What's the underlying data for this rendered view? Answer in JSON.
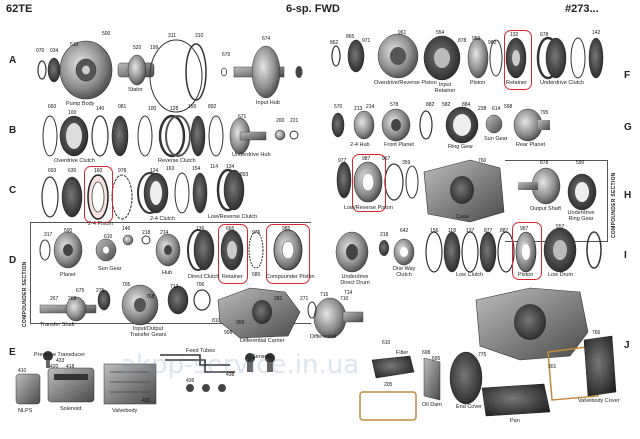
{
  "header": {
    "left": "62TE",
    "center": "6-sp. FWD",
    "right": "#273..."
  },
  "rows_left": [
    "A",
    "B",
    "C",
    "D",
    "E"
  ],
  "rows_right": [
    "F",
    "G",
    "H",
    "I",
    "J"
  ],
  "side_labels": {
    "compounder_left": "COMPOUNDER SECTION",
    "compounder_right": "COMPOUNDER SECTION"
  },
  "labels": {
    "pump_body": "Pump Body",
    "stator": "Stator",
    "input_hub": "Input Hub",
    "overdrive_clutch": "Overdrive Clutch",
    "reverse_clutch": "Reverse Clutch",
    "underdrive_hub": "Underdrive Hub",
    "piston_24": "2-4 Piston",
    "clutch_24": "2-4 Clutch",
    "low_reverse_clutch": "Low/Reverse Clutch",
    "planet": "Planet",
    "sun_gear_d": "Sun Gear",
    "hub": "Hub",
    "direct_clutch": "Direct Clutch",
    "retainer_d": "Retainer",
    "compounder_piston": "Compounder Piston",
    "transfer_shaft": "Transfer Shaft",
    "io_transfer_gears": "Input/Output Transfer Gears",
    "differential_carrier": "Differential Carrier",
    "differential": "Differential",
    "pressure_transducer": "Pressure Transducer",
    "feed_tubes": "Feed Tubes",
    "sensors": "Sensors",
    "nlps": "NLPS",
    "solenoid": "Solenoid",
    "valvebody": "Valvebody",
    "od_rev_piston": "Overdrive/Reverse Piston",
    "input_retainer": "Input Retainer",
    "piston_f": "Piston",
    "retainer_f": "Retainer",
    "underdrive_clutch": "Underdrive Clutch",
    "hub_24": "2-4 Hub",
    "front_planet": "Front Planet",
    "ring_gear": "Ring Gear",
    "sun_gear_g": "Sun Gear",
    "rear_planet": "Rear Planet",
    "low_reverse_piston": "Low/Reverse Piston",
    "case": "Case",
    "output_shaft": "Output Shaft",
    "underdrive_ring_gear": "Underdrive Ring Gear",
    "underdrive_direct_drum": "Underdrive Direct Drum",
    "one_way_clutch": "One Way Clutch",
    "low_clutch": "Low Clutch",
    "piston_i": "Piston",
    "low_drum": "Low Drum",
    "filter": "Filter",
    "oil_dam": "Oil Dam",
    "end_cover": "End Cover",
    "pan": "Pan",
    "valvebody_cover": "Valvebody Cover"
  },
  "part_numbers": [
    "500",
    "070",
    "034",
    "510",
    "520",
    "311",
    "310",
    "199",
    "670",
    "674",
    "660",
    "100",
    "140",
    "081",
    "100",
    "128",
    "150",
    "892",
    "671",
    "200",
    "221",
    "693",
    "630",
    "160",
    "978",
    "124",
    "163",
    "154",
    "114",
    "134",
    "893",
    "317",
    "590",
    "610",
    "146",
    "218",
    "214",
    "136",
    "665",
    "975",
    "985",
    "680",
    "267",
    "268",
    "675",
    "275",
    "705",
    "768",
    "713",
    "706",
    "810",
    "956",
    "959",
    "281",
    "271",
    "715",
    "710",
    "714",
    "410",
    "420",
    "418",
    "433",
    "436",
    "438",
    "431",
    "862",
    "865",
    "971",
    "961",
    "554",
    "878",
    "950",
    "980",
    "132",
    "678",
    "142",
    "570",
    "213",
    "214",
    "578",
    "882",
    "582",
    "884",
    "238",
    "614",
    "598",
    "795",
    "977",
    "987",
    "967",
    "359",
    "760",
    "878",
    "590",
    "218",
    "642",
    "156",
    "118",
    "137",
    "877",
    "887",
    "967",
    "557",
    "698",
    "695",
    "775",
    "766",
    "301",
    "205",
    "610"
  ],
  "watermark": "akpp-service.in.ua"
}
